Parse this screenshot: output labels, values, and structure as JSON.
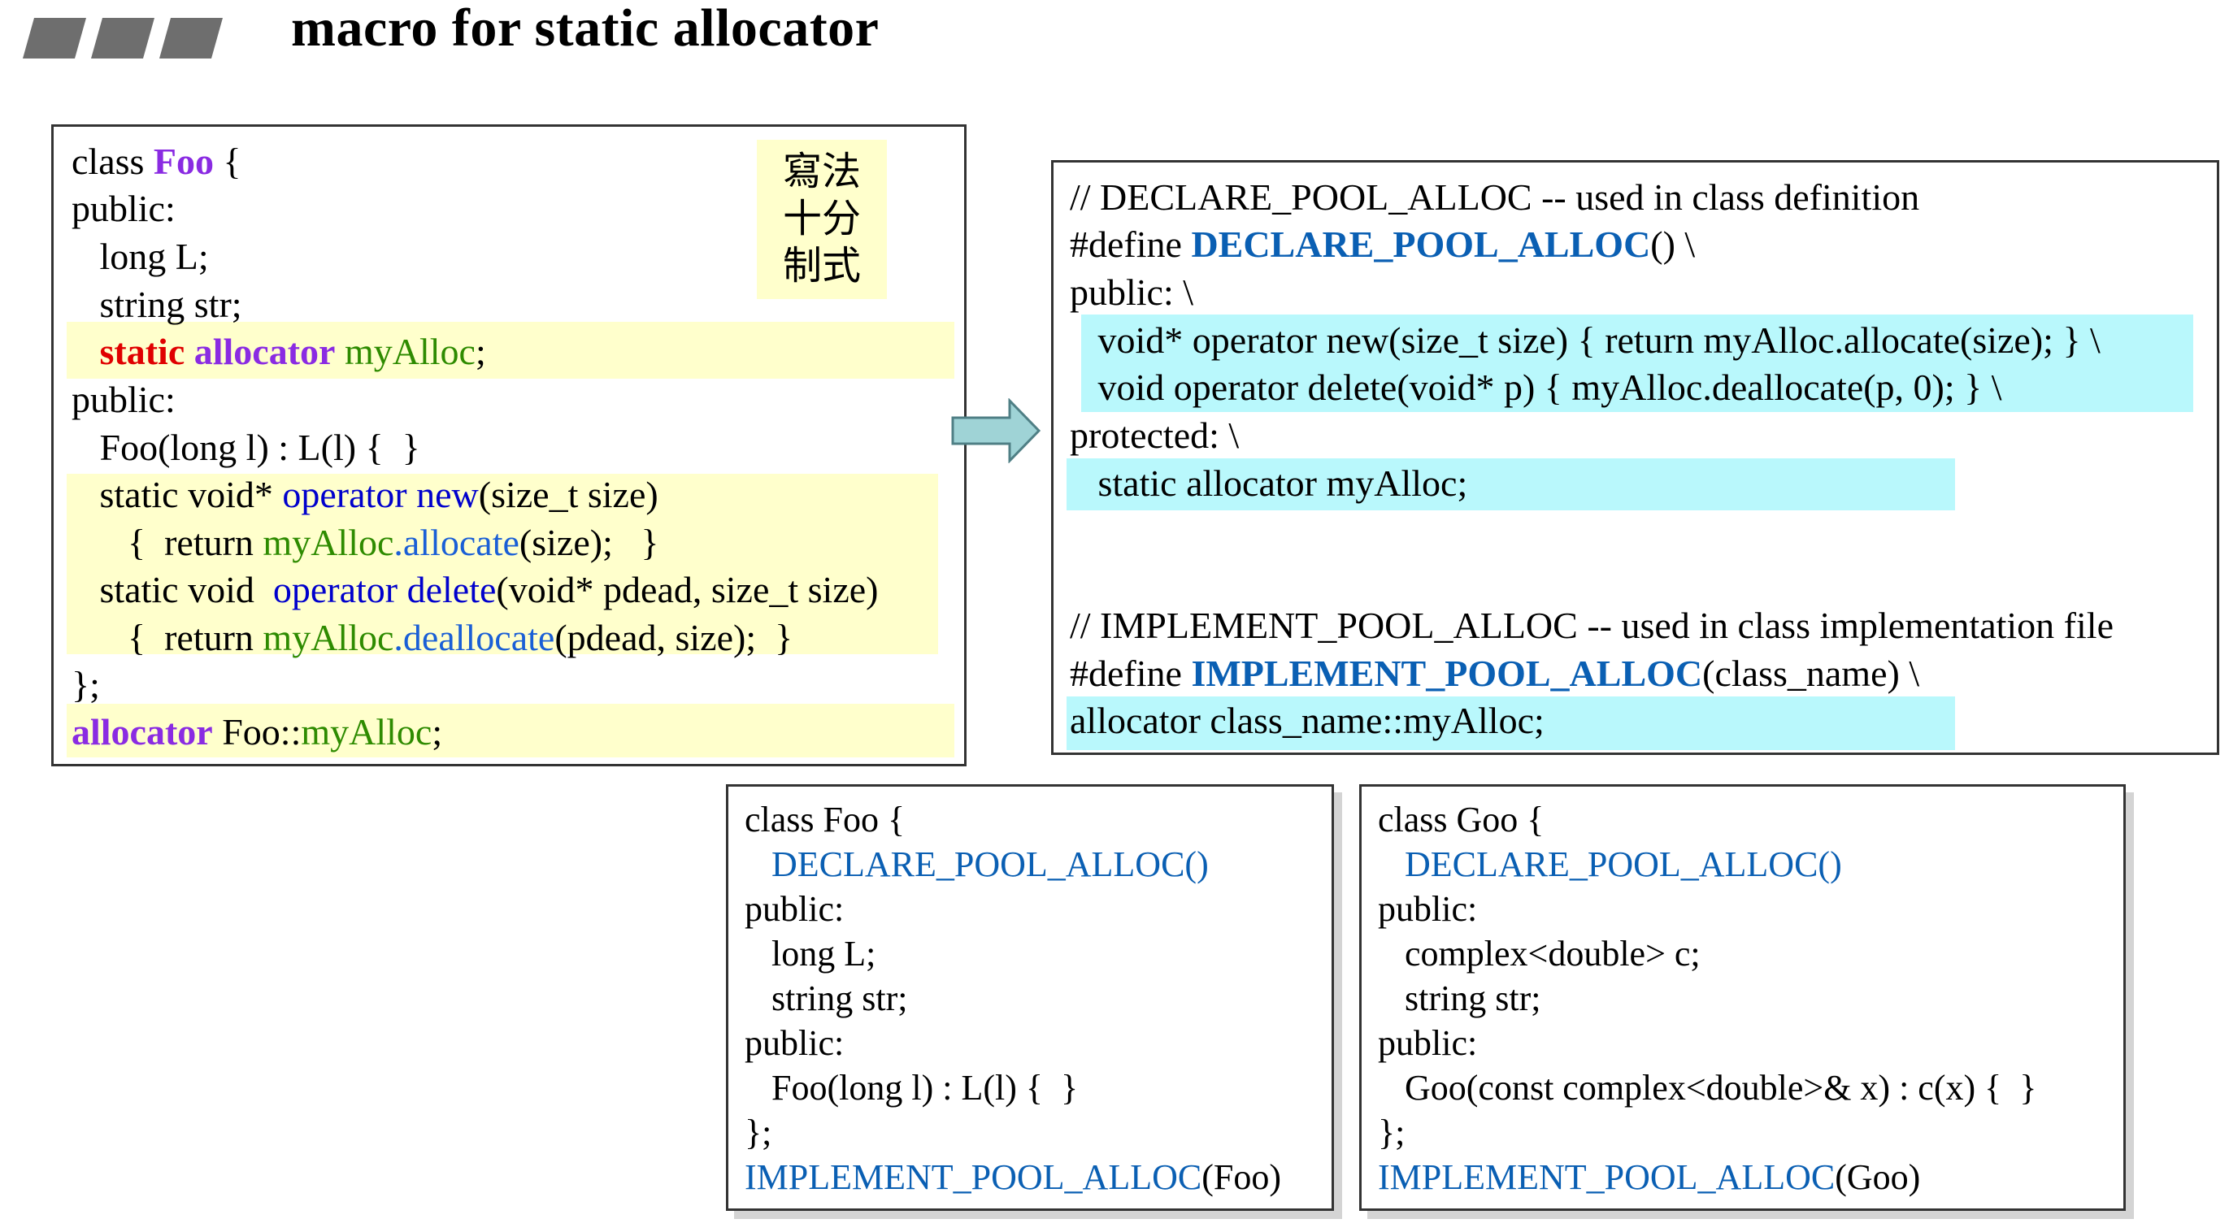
{
  "title": "macro for static allocator",
  "colors": {
    "highlight_yellow": "#ffffcc",
    "highlight_cyan": "#b9f8fc",
    "keyword_purple": "#8a2be2",
    "keyword_red": "#e00000",
    "keyword_blue": "#0000cc",
    "identifier_green": "#2e8b00",
    "macro_blue": "#0a5fb3"
  },
  "left_code": {
    "note": [
      "寫法",
      "十分",
      "制式"
    ],
    "l1a": "class ",
    "l1b": "Foo",
    "l1c": " {",
    "l2": "public:",
    "l3": "   long L;",
    "l4": "   string str;",
    "l5a": "   static",
    "l5b": " allocator",
    "l5c": " myAlloc",
    "l5d": ";",
    "l6": "public:",
    "l7": "   Foo(long l) : L(l) {  }",
    "l8a": "   static void* ",
    "l8b": "operator new",
    "l8c": "(size_t size)",
    "l9a": "      {  return ",
    "l9b": "myAlloc",
    "l9c": ".allocate",
    "l9d": "(size);   }",
    "l10a": "   static void  ",
    "l10b": "operator delete",
    "l10c": "(void* pdead, size_t size)",
    "l11a": "      {  return ",
    "l11b": "myAlloc",
    "l11c": ".deallocate",
    "l11d": "(pdead, size);  }",
    "l12": "};",
    "l13a": "allocator",
    "l13b": " Foo::",
    "l13c": "myAlloc",
    "l13d": ";"
  },
  "right_code": {
    "r1": "// DECLARE_POOL_ALLOC -- used in class definition",
    "r2a": "#define ",
    "r2b": "DECLARE_POOL_ALLOC",
    "r2c": "() \\",
    "r3": "public: \\",
    "r4": "   void* operator new(size_t size) { return myAlloc.allocate(size); } \\",
    "r5": "   void operator delete(void* p) { myAlloc.deallocate(p, 0); } \\",
    "r6": "protected: \\",
    "r7": "   static allocator myAlloc;",
    "r8": "// IMPLEMENT_POOL_ALLOC -- used in class implementation file",
    "r9a": "#define ",
    "r9b": "IMPLEMENT_POOL_ALLOC",
    "r9c": "(class_name) \\",
    "r10": "allocator class_name::myAlloc;"
  },
  "foo_code": {
    "f1": "class Foo {",
    "f2": "   DECLARE_POOL_ALLOC()",
    "f3": "public:",
    "f4": "   long L;",
    "f5": "   string str;",
    "f6": "public:",
    "f7": "   Foo(long l) : L(l) {  }",
    "f8": "};",
    "f9a": "IMPLEMENT_POOL_ALLOC",
    "f9b": "(Foo)"
  },
  "goo_code": {
    "g1": "class Goo {",
    "g2": "   DECLARE_POOL_ALLOC()",
    "g3": "public:",
    "g4": "   complex<double> c;",
    "g5": "   string str;",
    "g6": "public:",
    "g7": "   Goo(const complex<double>& x) : c(x) {  }",
    "g8": "};",
    "g9a": "IMPLEMENT_POOL_ALLOC",
    "g9b": "(Goo)"
  }
}
